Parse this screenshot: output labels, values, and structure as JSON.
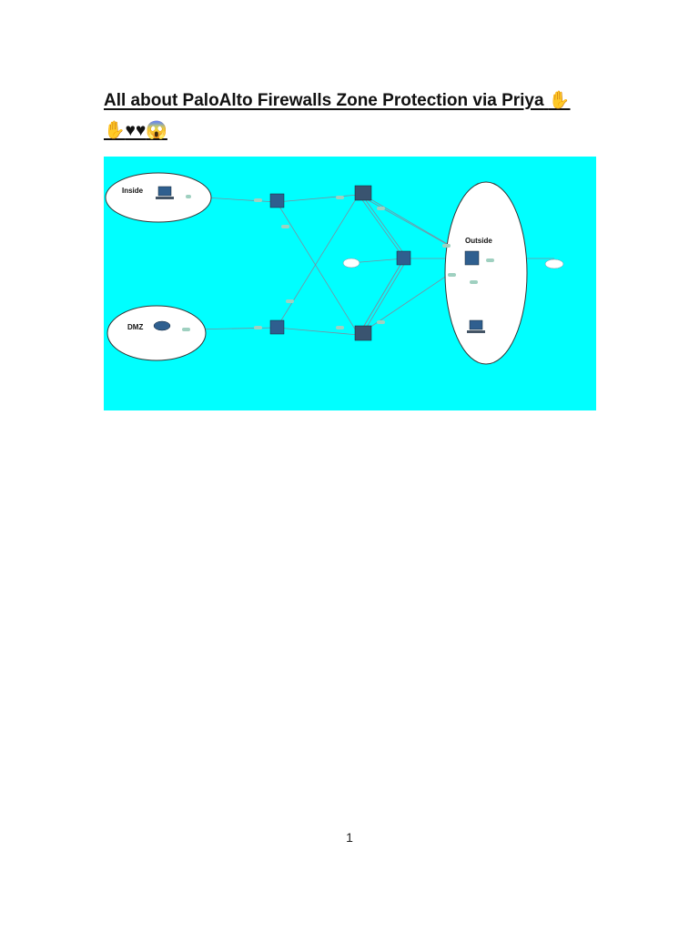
{
  "document": {
    "title": "All about PaloAlto Firewalls Zone Protection via Priya",
    "title_emojis": "✋\n✋♥♥😱",
    "page_number": "1"
  },
  "diagram": {
    "background": "#00ffff",
    "zones": {
      "inside": "Inside",
      "dmz": "DMZ",
      "outside": "Outside"
    },
    "colors": {
      "link": "#7b8fa0",
      "node": "#2f5f8f",
      "zone_fill": "#ffffff"
    }
  }
}
